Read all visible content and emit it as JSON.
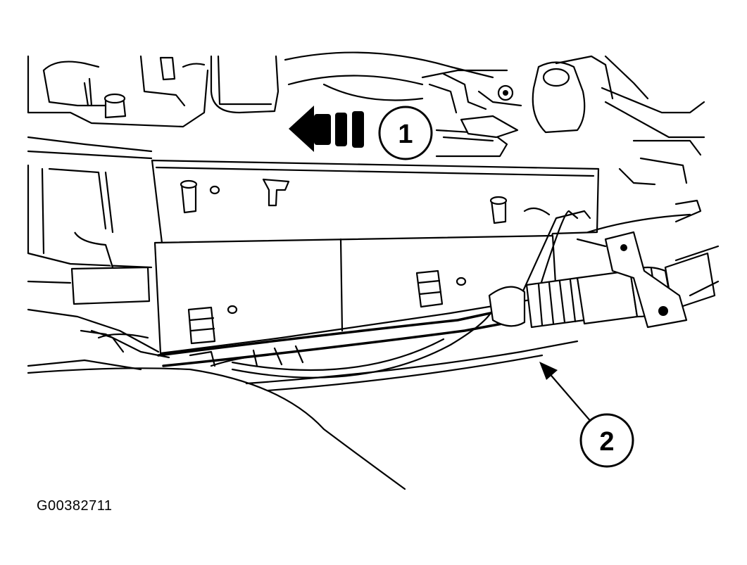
{
  "callouts": [
    {
      "id": "1",
      "label": "1"
    },
    {
      "id": "2",
      "label": "2"
    }
  ],
  "figure_code": "G00382711",
  "colors": {
    "line": "#000000",
    "background": "#ffffff"
  }
}
